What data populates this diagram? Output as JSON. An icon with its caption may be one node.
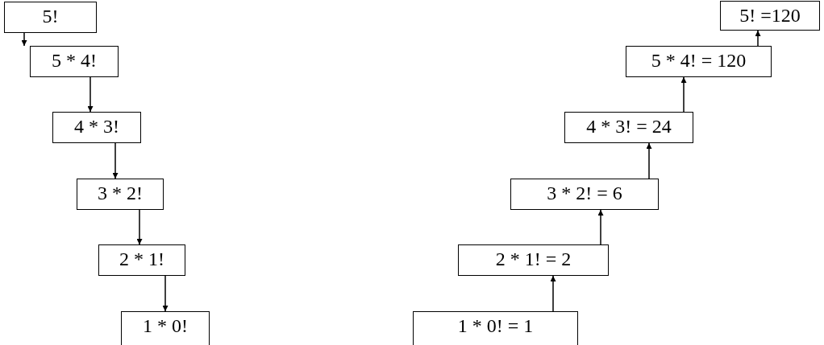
{
  "diagram": {
    "nodes": [
      {
        "text": [
          "5!"
        ]
      },
      {
        "text": [
          "5 * 4!"
        ]
      },
      {
        "text": [
          "4 * 3!"
        ]
      },
      {
        "text": [
          "3 * 2!"
        ]
      },
      {
        "text": [
          "2 * 1!"
        ]
      },
      {
        "text": [
          "1 * 0!"
        ]
      },
      {
        "text": [
          "5! =120"
        ]
      },
      {
        "text": [
          "5 * 4! = 120"
        ]
      },
      {
        "text": [
          "4 * 3! = 24"
        ]
      },
      {
        "text": [
          "3 * 2! = 6"
        ]
      },
      {
        "text": [
          "2 * 1! = 2"
        ]
      },
      {
        "text": [
          "1 * 0! = 1"
        ]
      }
    ],
    "edges": [
      {
        "from": 0,
        "to": 1,
        "arrow": "to"
      },
      {
        "from": 1,
        "to": 2,
        "arrow": "to"
      },
      {
        "from": 2,
        "to": 3,
        "arrow": "to"
      },
      {
        "from": 3,
        "to": 4,
        "arrow": "to"
      },
      {
        "from": 4,
        "to": 5,
        "arrow": "to"
      },
      {
        "from": 11,
        "to": 10,
        "arrow": "to"
      },
      {
        "from": 10,
        "to": 9,
        "arrow": "to"
      },
      {
        "from": 9,
        "to": 8,
        "arrow": "to"
      },
      {
        "from": 8,
        "to": 7,
        "arrow": "to"
      },
      {
        "from": 7,
        "to": 6,
        "arrow": "to"
      }
    ]
  }
}
